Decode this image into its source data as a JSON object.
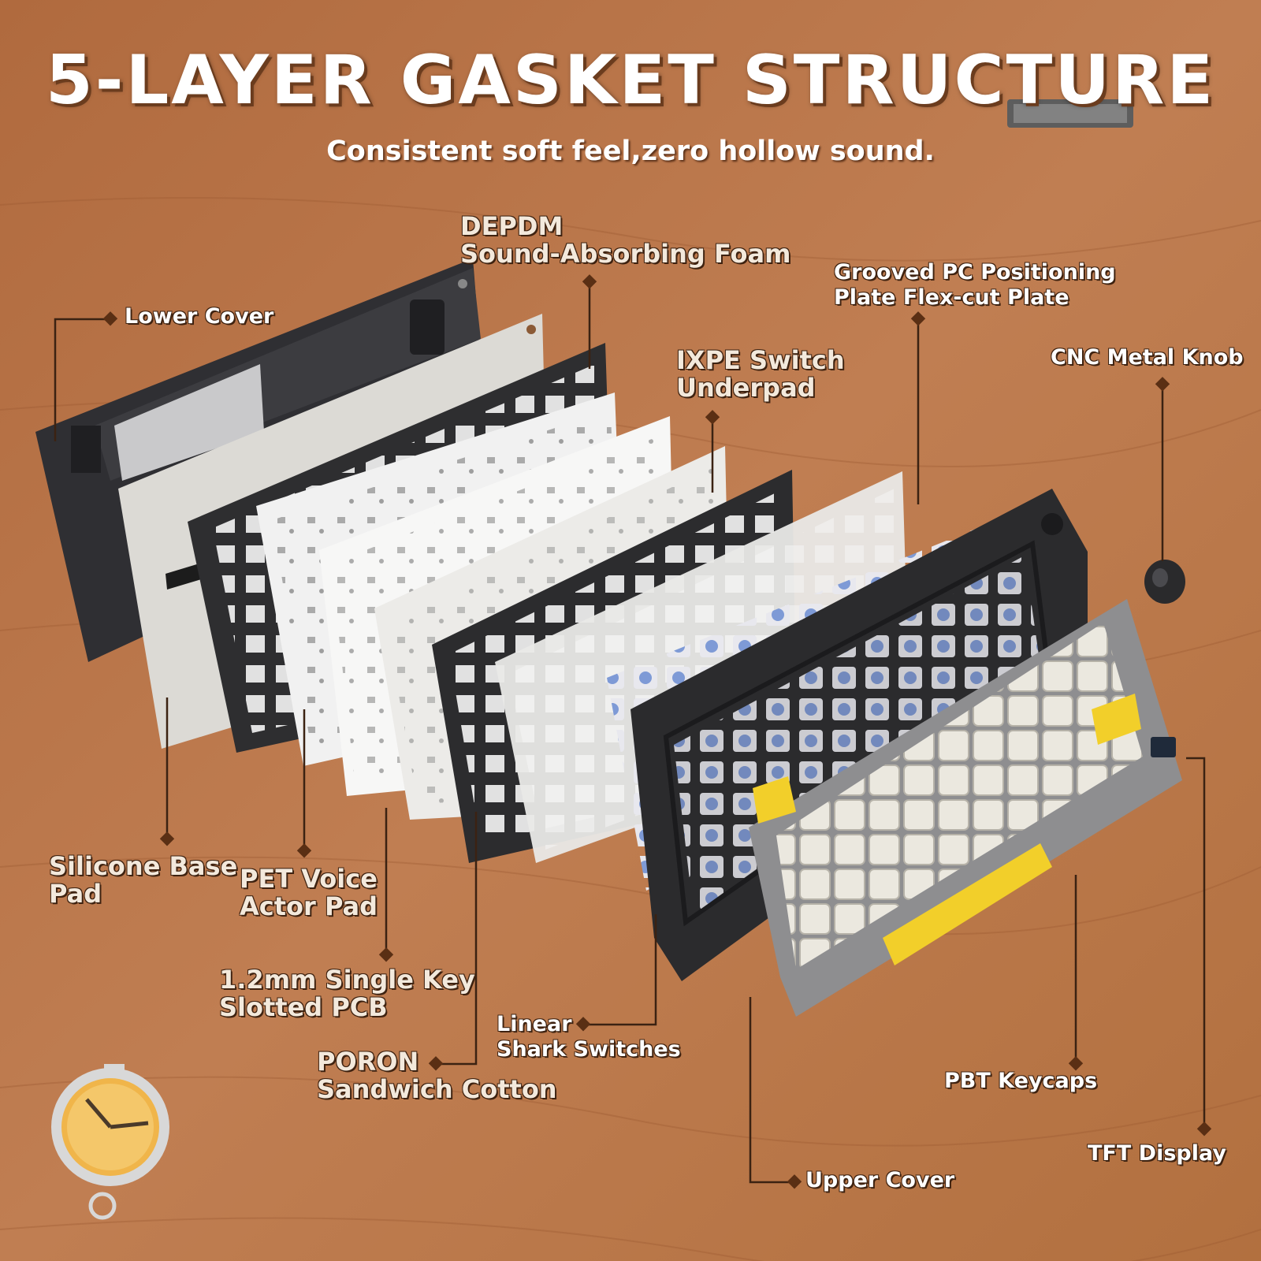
{
  "header": {
    "title": "5-LAYER GASKET STRUCTURE",
    "subtitle": "Consistent soft feel,zero hollow sound."
  },
  "labels": {
    "lower_cover": "Lower Cover",
    "depdm_line1": "DEPDM",
    "depdm_line2": "Sound-Absorbing Foam",
    "grooved_line1": "Grooved PC Positioning",
    "grooved_line2": "Plate Flex-cut Plate",
    "ixpe_line1": "IXPE Switch",
    "ixpe_line2": "Underpad",
    "knob": "CNC Metal Knob",
    "silicone_line1": "Silicone Base",
    "silicone_line2": "Pad",
    "pet_line1": "PET Voice",
    "pet_line2": "Actor Pad",
    "pcb_line1": "1.2mm Single Key",
    "pcb_line2": "Slotted PCB",
    "linear_line1": "Linear",
    "linear_line2": "Shark Switches",
    "poron_line1": "PORON",
    "poron_line2": "Sandwich Cotton",
    "pbt": "PBT Keycaps",
    "tft": "TFT Display",
    "upper_cover": "Upper Cover"
  },
  "colors": {
    "wood": "#b8764a",
    "leader": "#3b2212",
    "accent_yellow": "#f2cf2a",
    "dark_plate": "#2e2e30"
  }
}
